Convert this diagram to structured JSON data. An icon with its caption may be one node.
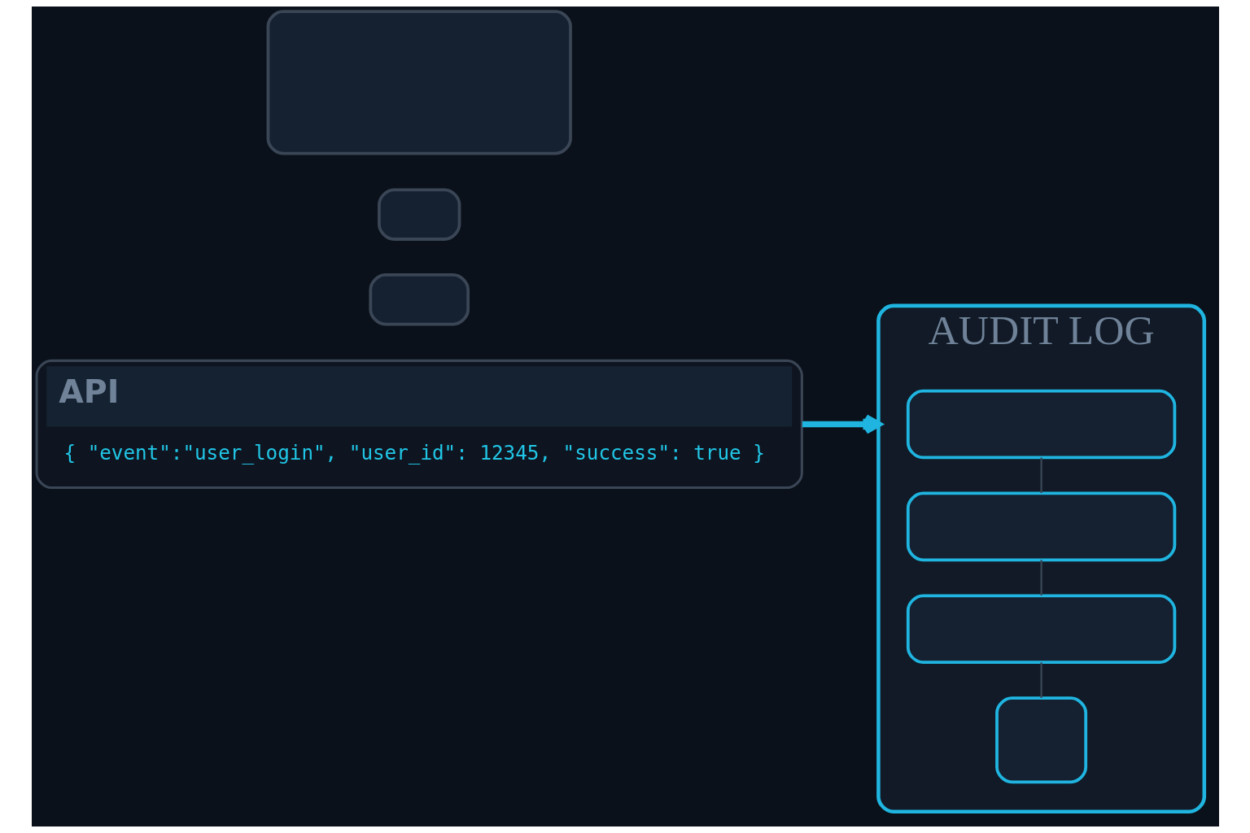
{
  "diagram": {
    "nodes": [
      {
        "text": [
          "API",
          "{ \"event\":\"user_login\", \"user_id\": 12345, \"success\": true }"
        ]
      },
      {
        "text": [],
        "shape": "box"
      },
      {
        "text": [],
        "shape": "box"
      },
      {
        "text": [],
        "shape": "box"
      },
      {
        "text": [
          "AUDIT LOG"
        ]
      },
      {
        "text": [],
        "shape": "box",
        "in": 4
      },
      {
        "text": [],
        "shape": "box",
        "in": 4
      },
      {
        "text": [],
        "shape": "box",
        "in": 4
      },
      {
        "text": [],
        "shape": "box",
        "in": 4
      }
    ],
    "edges": [
      {
        "from": 0,
        "to": 5,
        "arrow": "to",
        "style": "thick",
        "color": "#1fb5e0"
      },
      {
        "from": 5,
        "to": 6,
        "arrow": "none"
      },
      {
        "from": 6,
        "to": 7,
        "arrow": "none"
      },
      {
        "from": 7,
        "to": 8,
        "arrow": "none"
      }
    ]
  }
}
